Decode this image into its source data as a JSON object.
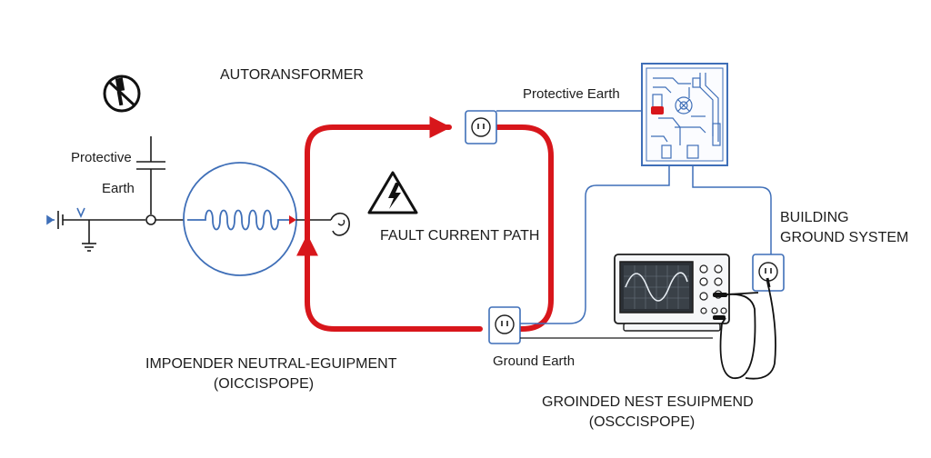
{
  "labels": {
    "autotransformer": "AUTORANSFORMER",
    "protective_left_line1": "Protective",
    "protective_left_line2": "Earth",
    "source_mark": "V",
    "protective_earth_top": "Protective Earth",
    "fault_current_path": "FAULT CURRENT PATH",
    "building_ground_line1": "BUILDING",
    "building_ground_line2": "GROUND SYSTEM",
    "ground_earth": "Ground Earth",
    "impedance_line1": "IMPOENDER NEUTRAL-EGUIPMENT",
    "impedance_line2": "(OICCISPOPE)",
    "grounded_test_line1": "GROINDED NEST ESUIPMEND",
    "grounded_test_line2": "(OSCCISPOPE)"
  },
  "icons": {
    "no_tool": "prohibited-screwdriver-icon",
    "warning": "high-voltage-warning-icon"
  },
  "colors": {
    "fault_path": "#d8161b",
    "wire": "#3f6fb8",
    "ink": "#1c1c1c"
  }
}
